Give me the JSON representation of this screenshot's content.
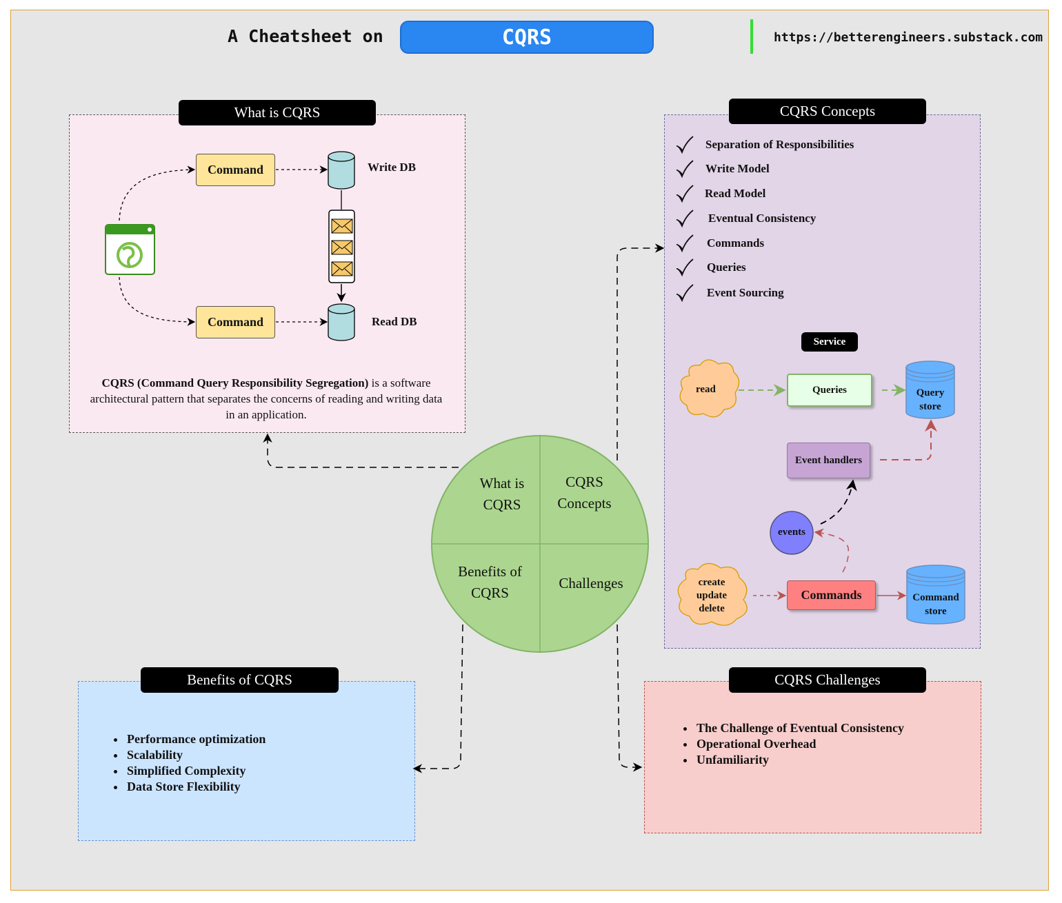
{
  "header": {
    "prefix": "A Cheatsheet on",
    "topic": "CQRS",
    "url": "https://betterengineers.substack.com"
  },
  "what": {
    "tag": "What is CQRS",
    "command_top": "Command",
    "command_bottom": "Command",
    "write_db": "Write DB",
    "read_db": "Read DB",
    "desc_bold": "CQRS (Command Query Responsibility Segregation)",
    "desc_rest": " is a software architectural pattern that separates the concerns of reading and writing data in an application.",
    "icons": [
      "browser-globe-icon",
      "envelope-icon",
      "database-icon"
    ]
  },
  "concepts": {
    "tag": "CQRS Concepts",
    "items": [
      "Separation of Responsibilities",
      "Write Model",
      "Read Model",
      "Eventual Consistency",
      "Commands",
      "Queries",
      "Event Sourcing"
    ]
  },
  "service": {
    "tag": "Service",
    "read": "read",
    "queries": "Queries",
    "query_store": "Query store",
    "event_handlers": "Event handlers",
    "events": "events",
    "cud": [
      "create",
      "update",
      "delete"
    ],
    "commands": "Commands",
    "command_store": "Command store"
  },
  "circle": {
    "tl": "What is CQRS",
    "tr": "CQRS Concepts",
    "bl": "Benefits of CQRS",
    "br": "Challenges"
  },
  "benefits": {
    "tag": "Benefits of  CQRS",
    "items": [
      "Performance optimization",
      "Scalability",
      "Simplified Complexity",
      "Data Store Flexibility"
    ]
  },
  "challenges": {
    "tag": "CQRS Challenges",
    "items": [
      "The Challenge of Eventual Consistency",
      "Operational Overhead",
      "Unfamiliarity"
    ]
  },
  "colors": {
    "what_bg": "#fbe9f2",
    "concepts_bg": "#e1d5e7",
    "benefits_bg": "#cce5ff",
    "challenges_bg": "#f8cecc",
    "circle_fill": "#acd690",
    "title_blue": "#2a86f0",
    "command_fill": "#ffe599",
    "db_fill": "#b1dde0"
  }
}
